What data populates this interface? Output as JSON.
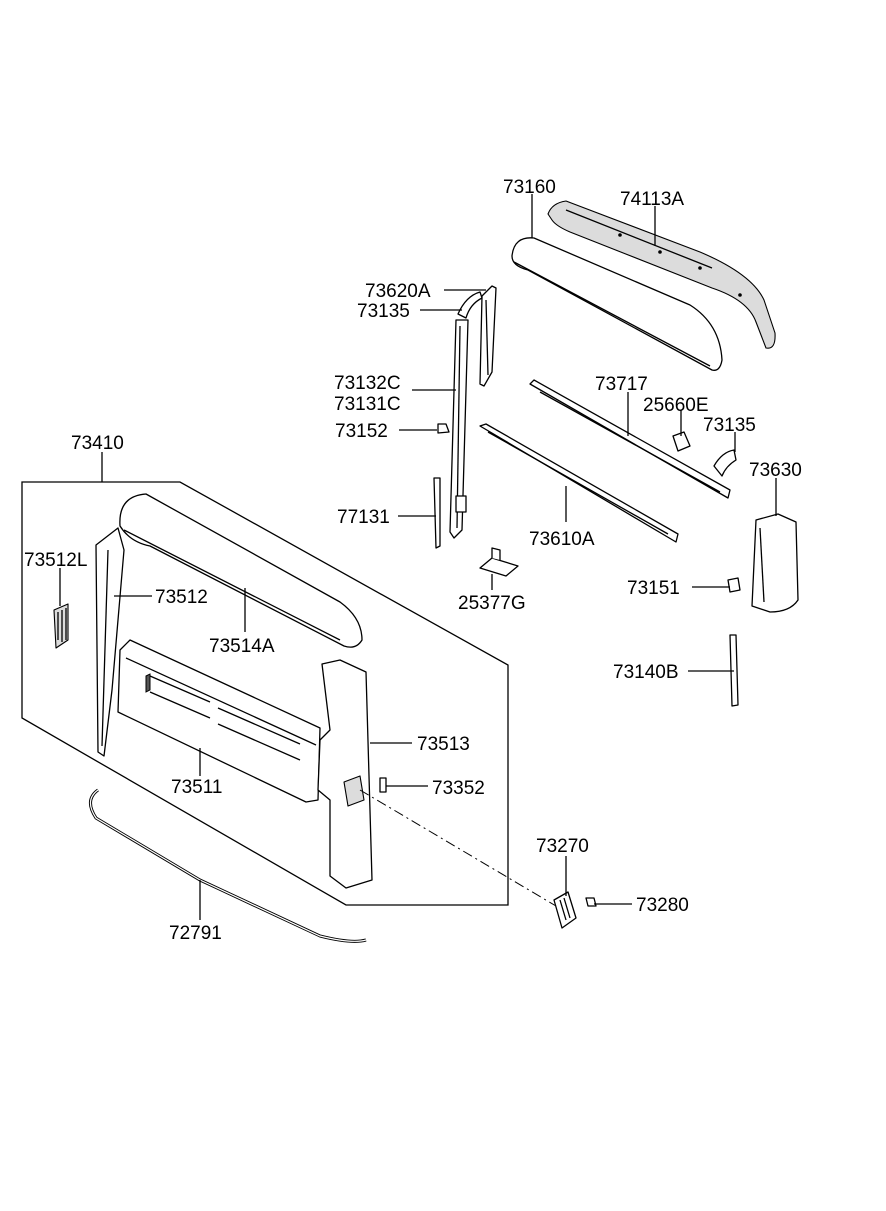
{
  "diagram": {
    "labels": {
      "p73160": "73160",
      "p74113A": "74113A",
      "p73620A": "73620A",
      "p73135_top": "73135",
      "p73132C": "73132C",
      "p73131C": "73131C",
      "p73152": "73152",
      "p73717": "73717",
      "p25660E": "25660E",
      "p73135_right": "73135",
      "p73410": "73410",
      "p73630": "73630",
      "p77131": "77131",
      "p73610A": "73610A",
      "p73512L": "73512L",
      "p73512": "73512",
      "p25377G": "25377G",
      "p73151": "73151",
      "p73514A": "73514A",
      "p73140B": "73140B",
      "p73513": "73513",
      "p73511": "73511",
      "p73352": "73352",
      "p73270": "73270",
      "p73280": "73280",
      "p72791": "72791"
    }
  }
}
